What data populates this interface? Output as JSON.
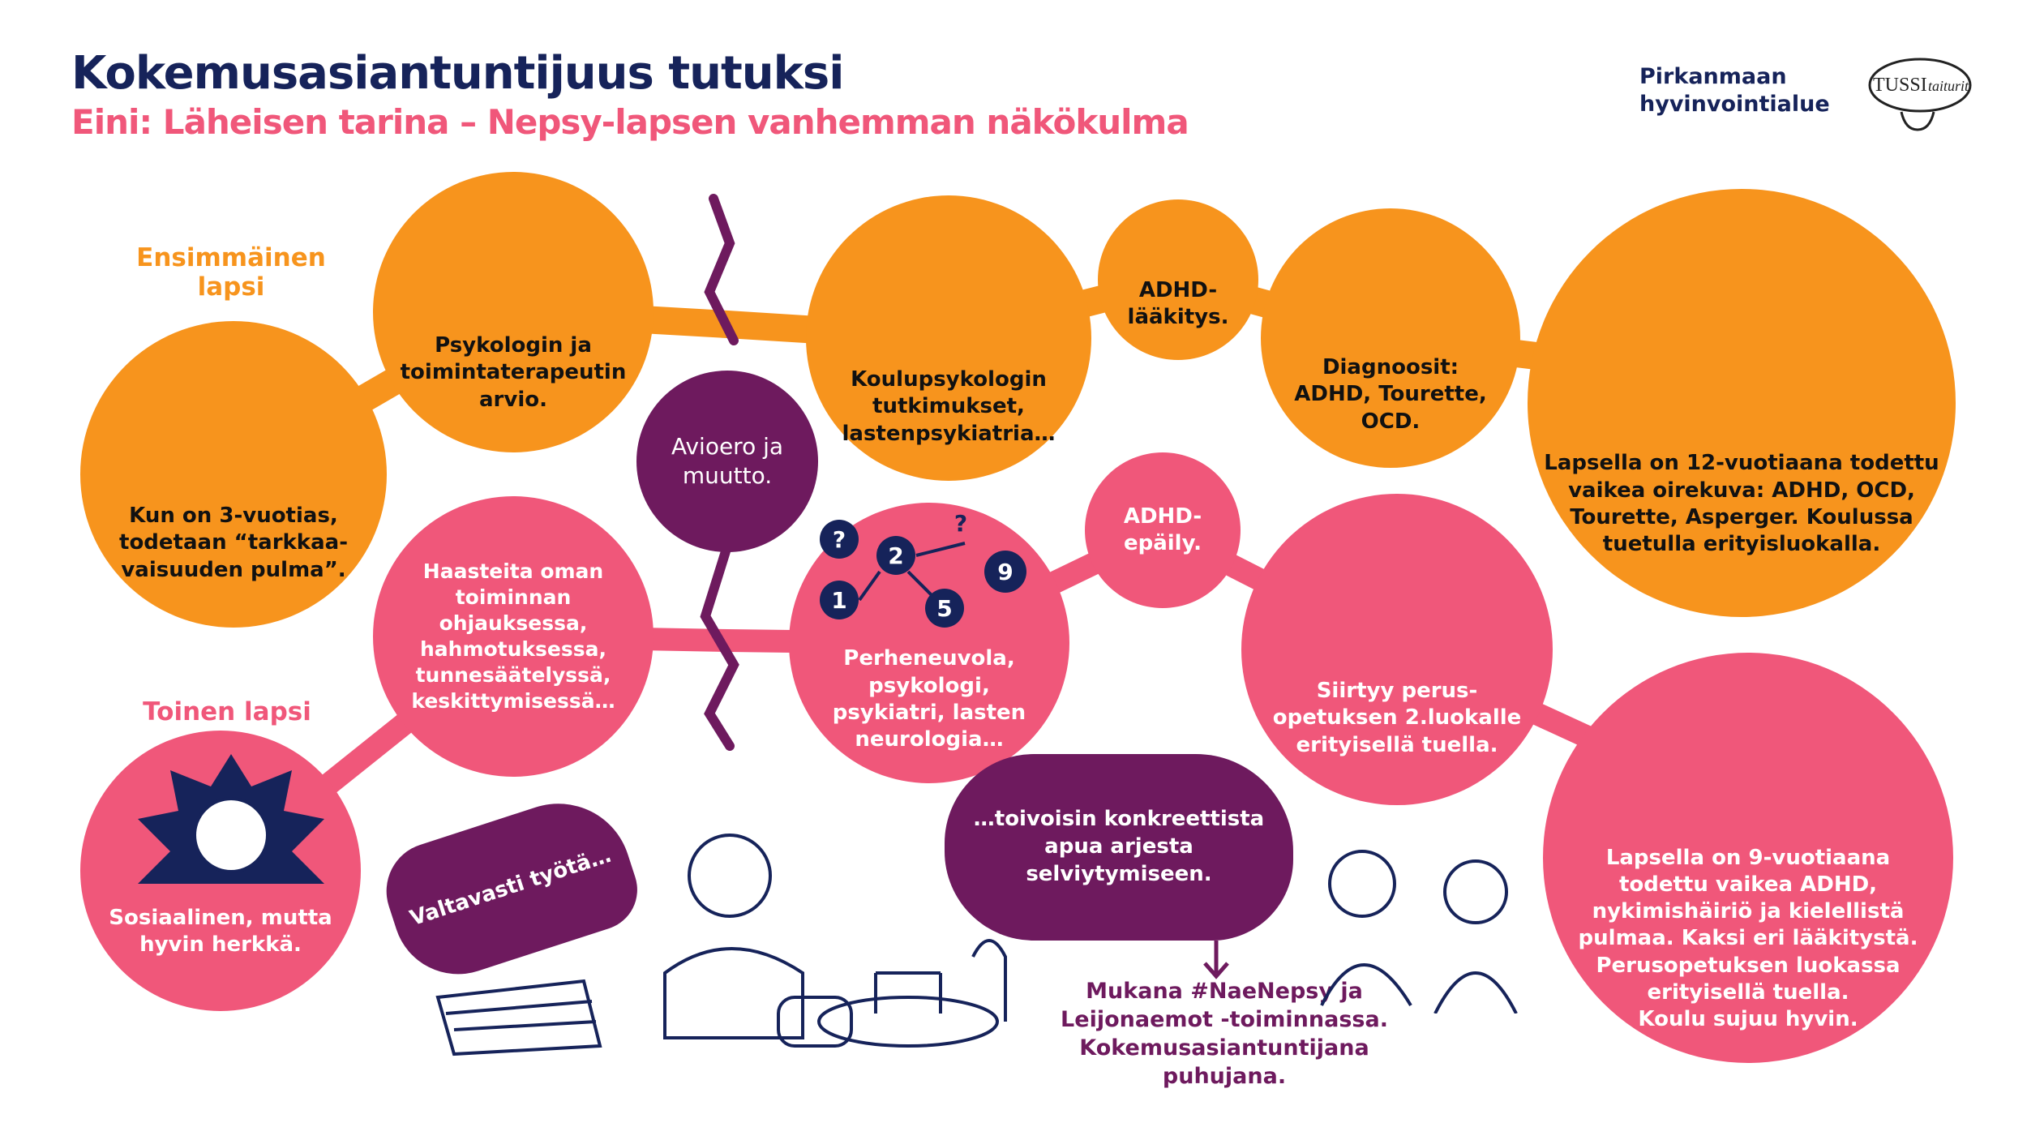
{
  "header": {
    "title": "Kokemusasiantuntijuus tutuksi",
    "subtitle": "Eini: Läheisen tarina – Nepsy-lapsen vanhemman näkökulma"
  },
  "logos": {
    "organization": "Pirkanmaan\nhyvinvointialue",
    "illustrator": "TUSSItaiturit"
  },
  "colors": {
    "orange": "#f7941d",
    "pink": "#f0577a",
    "purple": "#6e1a5e",
    "navy": "#16235a"
  },
  "first_child": {
    "label": "Ensimmäinen\nlapsi",
    "steps": [
      "Kun on 3-vuotias,\ntodetaan “tarkkaa-\nvaisuuden pulma”.",
      "Psykologin ja\ntoimintaterapeutin\narvio.",
      "Koulupsykologin\ntutkimukset,\nlastenpsykiatria…",
      "ADHD-\nlääkitys.",
      "Diagnoosit:\nADHD, Tourette,\nOCD.",
      "Lapsella on 12-vuotiaana todettu\nvaikea oirekuva: ADHD, OCD,\nTourette, Asperger. Koulussa\ntuetulla erityisluokalla."
    ]
  },
  "divorce": "Avioero ja\nmuutto.",
  "second_child": {
    "label": "Toinen lapsi",
    "steps": [
      "Sosiaalinen, mutta\nhyvin herkkä.",
      "Haasteita oman\ntoiminnan\nohjauksessa,\nhahmotuksessa,\ntunnesäätelyssä,\nkeskittymisessä…",
      "Perheneuvola,\npsykologi,\npsykiatri, lasten\nneurologia…",
      "ADHD-\nepäily.",
      "Siirtyy perus-\nopetuksen 2.luokalle\nerityisellä tuella.",
      "Lapsella on 9-vuotiaana\ntodettu vaikea ADHD,\nnykimishäiriö ja kielellistä\npulmaa. Kaksi eri lääkitystä.\nPerusopetuksen luokassa\nerityisellä tuella.\nKoulu sujuu hyvin."
    ]
  },
  "work_bubble": "Valtavasti työtä…",
  "wish_bubble": "…toivoisin konkreettista\napua arjesta\nselviytymiseen.",
  "involvement": "Mukana #NaeNepsy ja\nLeijonaemot -toiminnassa.\nKokemusasiantuntijana\npuhujana.",
  "puzzle_numbers": [
    "?",
    "2",
    "?",
    "1",
    "5",
    "9"
  ]
}
